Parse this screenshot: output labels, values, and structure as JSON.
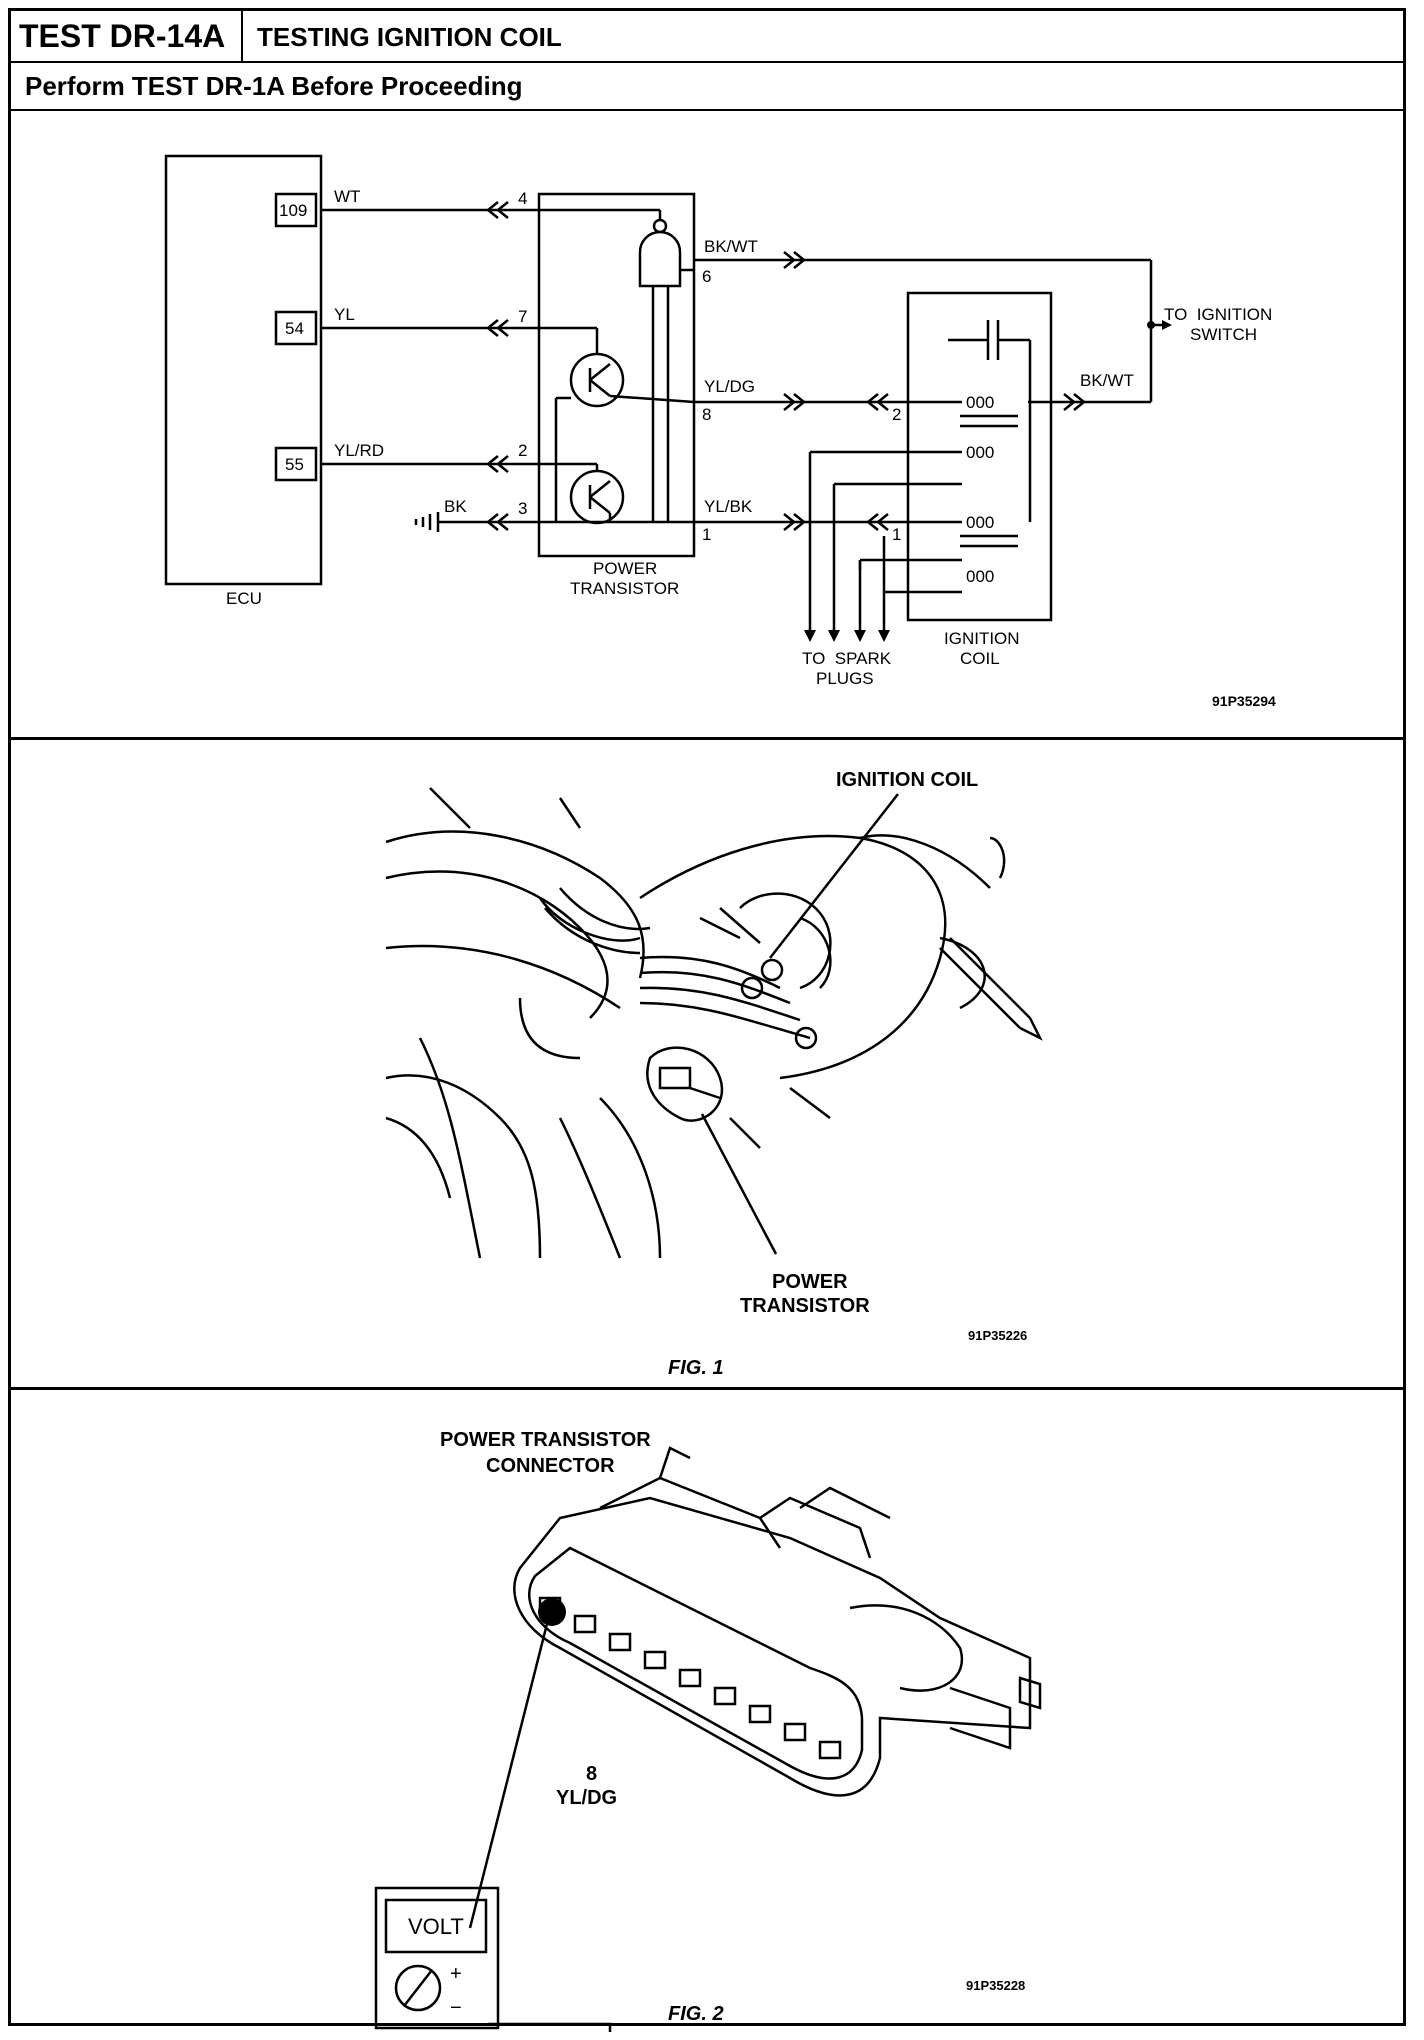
{
  "header": {
    "test_id": "TEST DR-14A",
    "title": "TESTING IGNITION COIL",
    "prerequisite": "Perform TEST DR-1A Before Proceeding"
  },
  "schematic": {
    "ecu": {
      "label": "ECU",
      "pins": [
        "109",
        "54",
        "55"
      ]
    },
    "wires": {
      "wt": "WT",
      "yl": "YL",
      "ylrd": "YL/RD",
      "bk": "BK",
      "bkwt_top": "BK/WT",
      "yldg": "YL/DG",
      "ylbk": "YL/BK",
      "bkwt_coil": "BK/WT"
    },
    "pin_numbers": {
      "p4": "4",
      "p7": "7",
      "p2": "2",
      "p3": "3",
      "p6": "6",
      "p8": "8",
      "p1": "1",
      "coil2": "2",
      "coil1": "1"
    },
    "power_transistor_label": [
      "POWER",
      "TRANSISTOR"
    ],
    "ignition_coil_label": [
      "IGNITION",
      "COIL"
    ],
    "ignition_switch_label": [
      "TO  IGNITION",
      "SWITCH"
    ],
    "spark_plugs_label": [
      "TO  SPARK",
      "PLUGS"
    ],
    "coil_turns": "000",
    "code": "91P35294"
  },
  "fig1": {
    "ignition_coil_label": "IGNITION COIL",
    "power_transistor_label": [
      "POWER",
      "TRANSISTOR"
    ],
    "code": "91P35226",
    "caption": "FIG. 1"
  },
  "fig2": {
    "connector_label": [
      "POWER TRANSISTOR",
      "CONNECTOR"
    ],
    "pin_label": [
      "8",
      "YL/DG"
    ],
    "meter_label": "VOLT",
    "plus": "+",
    "minus": "−",
    "code": "91P35228",
    "caption": "FIG. 2"
  }
}
